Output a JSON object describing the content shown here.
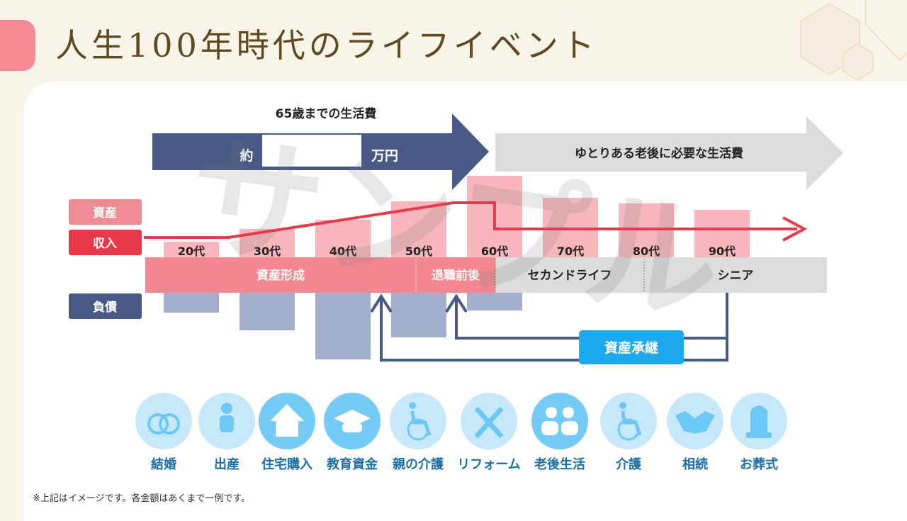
{
  "title": "人生100年時代のライフイベント",
  "watermark": "サンプル",
  "arrows": {
    "top_label": "65歳までの生活費",
    "prefix": "約",
    "suffix": "万円",
    "amount_value": "",
    "right_label": "ゆとりある老後に必要な生活費"
  },
  "legend": {
    "assets": "資産",
    "income": "収入",
    "debt": "負債"
  },
  "decades": [
    "20代",
    "30代",
    "40代",
    "50代",
    "60代",
    "70代",
    "80代",
    "90代"
  ],
  "stages": [
    "資産形成",
    "退職前後",
    "セカンドライフ",
    "シニア"
  ],
  "inherit_button": "資産承継",
  "events": [
    {
      "label": "結婚",
      "icon": "rings-icon"
    },
    {
      "label": "出産",
      "icon": "baby-icon"
    },
    {
      "label": "住宅購入",
      "icon": "house-icon"
    },
    {
      "label": "教育資金",
      "icon": "graduation-cap-icon"
    },
    {
      "label": "親の介護",
      "icon": "wheelchair-icon"
    },
    {
      "label": "リフォーム",
      "icon": "hammer-icon"
    },
    {
      "label": "老後生活",
      "icon": "elderly-couple-icon"
    },
    {
      "label": "介護",
      "icon": "wheelchair-icon"
    },
    {
      "label": "相続",
      "icon": "handshake-icon"
    },
    {
      "label": "お葬式",
      "icon": "gravestone-icon"
    }
  ],
  "note": "※上記はイメージです。各金額はあくまで一例です。",
  "colors": {
    "pink": "#f4878f",
    "red": "#e8394a",
    "navy": "#465a85",
    "blue": "#1da8f0",
    "gray": "#dcdcdc"
  }
}
